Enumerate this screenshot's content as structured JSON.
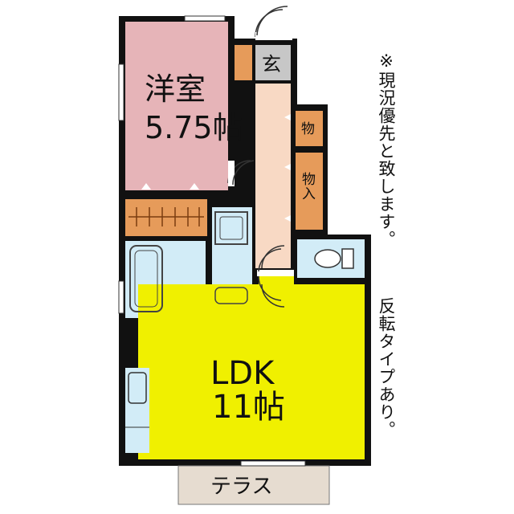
{
  "rooms": {
    "western_room": {
      "name": "洋室",
      "size": "5.75帖"
    },
    "ldk": {
      "name": "LDK",
      "size": "11帖"
    },
    "entrance": {
      "name": "玄"
    },
    "storage_small": {
      "name": "物"
    },
    "storage_closet": {
      "name": "物入"
    },
    "terrace": {
      "name": "テラス"
    }
  },
  "notes": {
    "current_priority": "※現況優先と致します。",
    "reversed_type": "反転タイプあり。"
  },
  "colors": {
    "wall": "#111111",
    "western_room": "#e6b4b8",
    "ldk": "#f0f000",
    "hall": "#f8d9c4",
    "wet_area": "#d2ecf7",
    "storage": "#e69b5a",
    "entrance": "#c7c7c7",
    "terrace": "#e6dcd0"
  }
}
